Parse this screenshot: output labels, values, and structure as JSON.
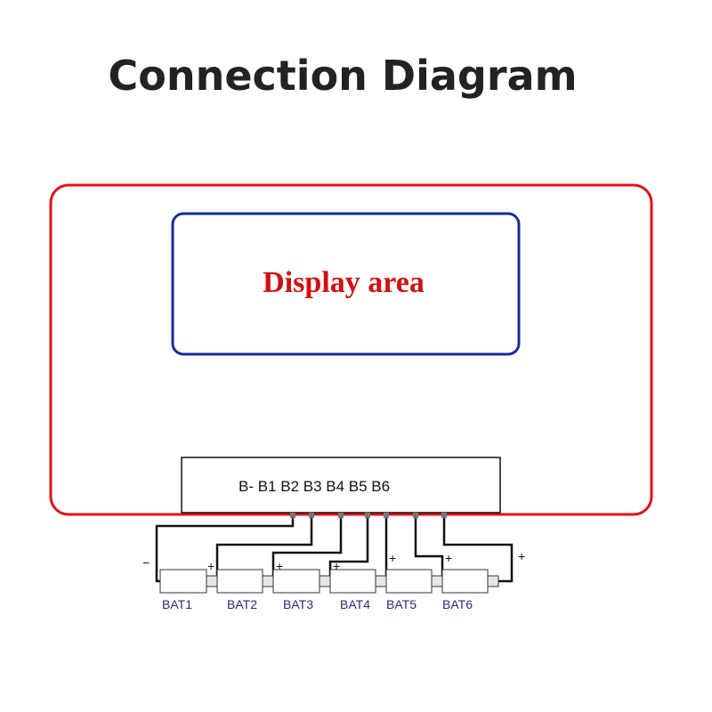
{
  "title": "Connection Diagram",
  "display_label": "Display area",
  "pin_header": "B- B1 B2 B3 B4 B5 B6",
  "batteries": [
    "BAT1",
    "BAT2",
    "BAT3",
    "BAT4",
    "BAT5",
    "BAT6"
  ],
  "signs": {
    "minus": "−",
    "plus": "+"
  },
  "colors": {
    "board_outline": "#e0101a",
    "display_outline": "#1a2a9c",
    "display_text": "#d01010",
    "battery_label": "#2a2a7a",
    "wire": "#111111"
  }
}
